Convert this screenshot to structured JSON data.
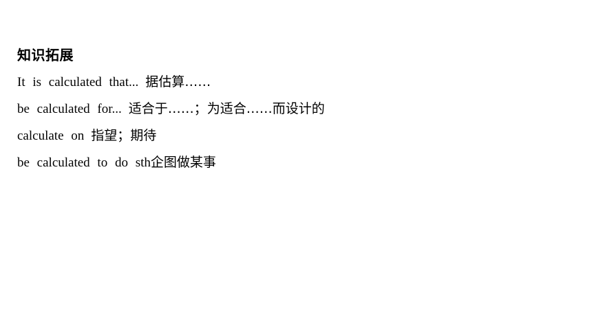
{
  "heading": "知识拓展",
  "lines": [
    {
      "en": "It is calculated that...",
      "zh": "据估算……"
    },
    {
      "en": "be calculated for...",
      "zh": "适合于……；为适合……而设计的"
    },
    {
      "en": "calculate on",
      "zh": "指望；期待"
    },
    {
      "en": "be calculated to do sth",
      "zh": "企图做某事"
    }
  ]
}
